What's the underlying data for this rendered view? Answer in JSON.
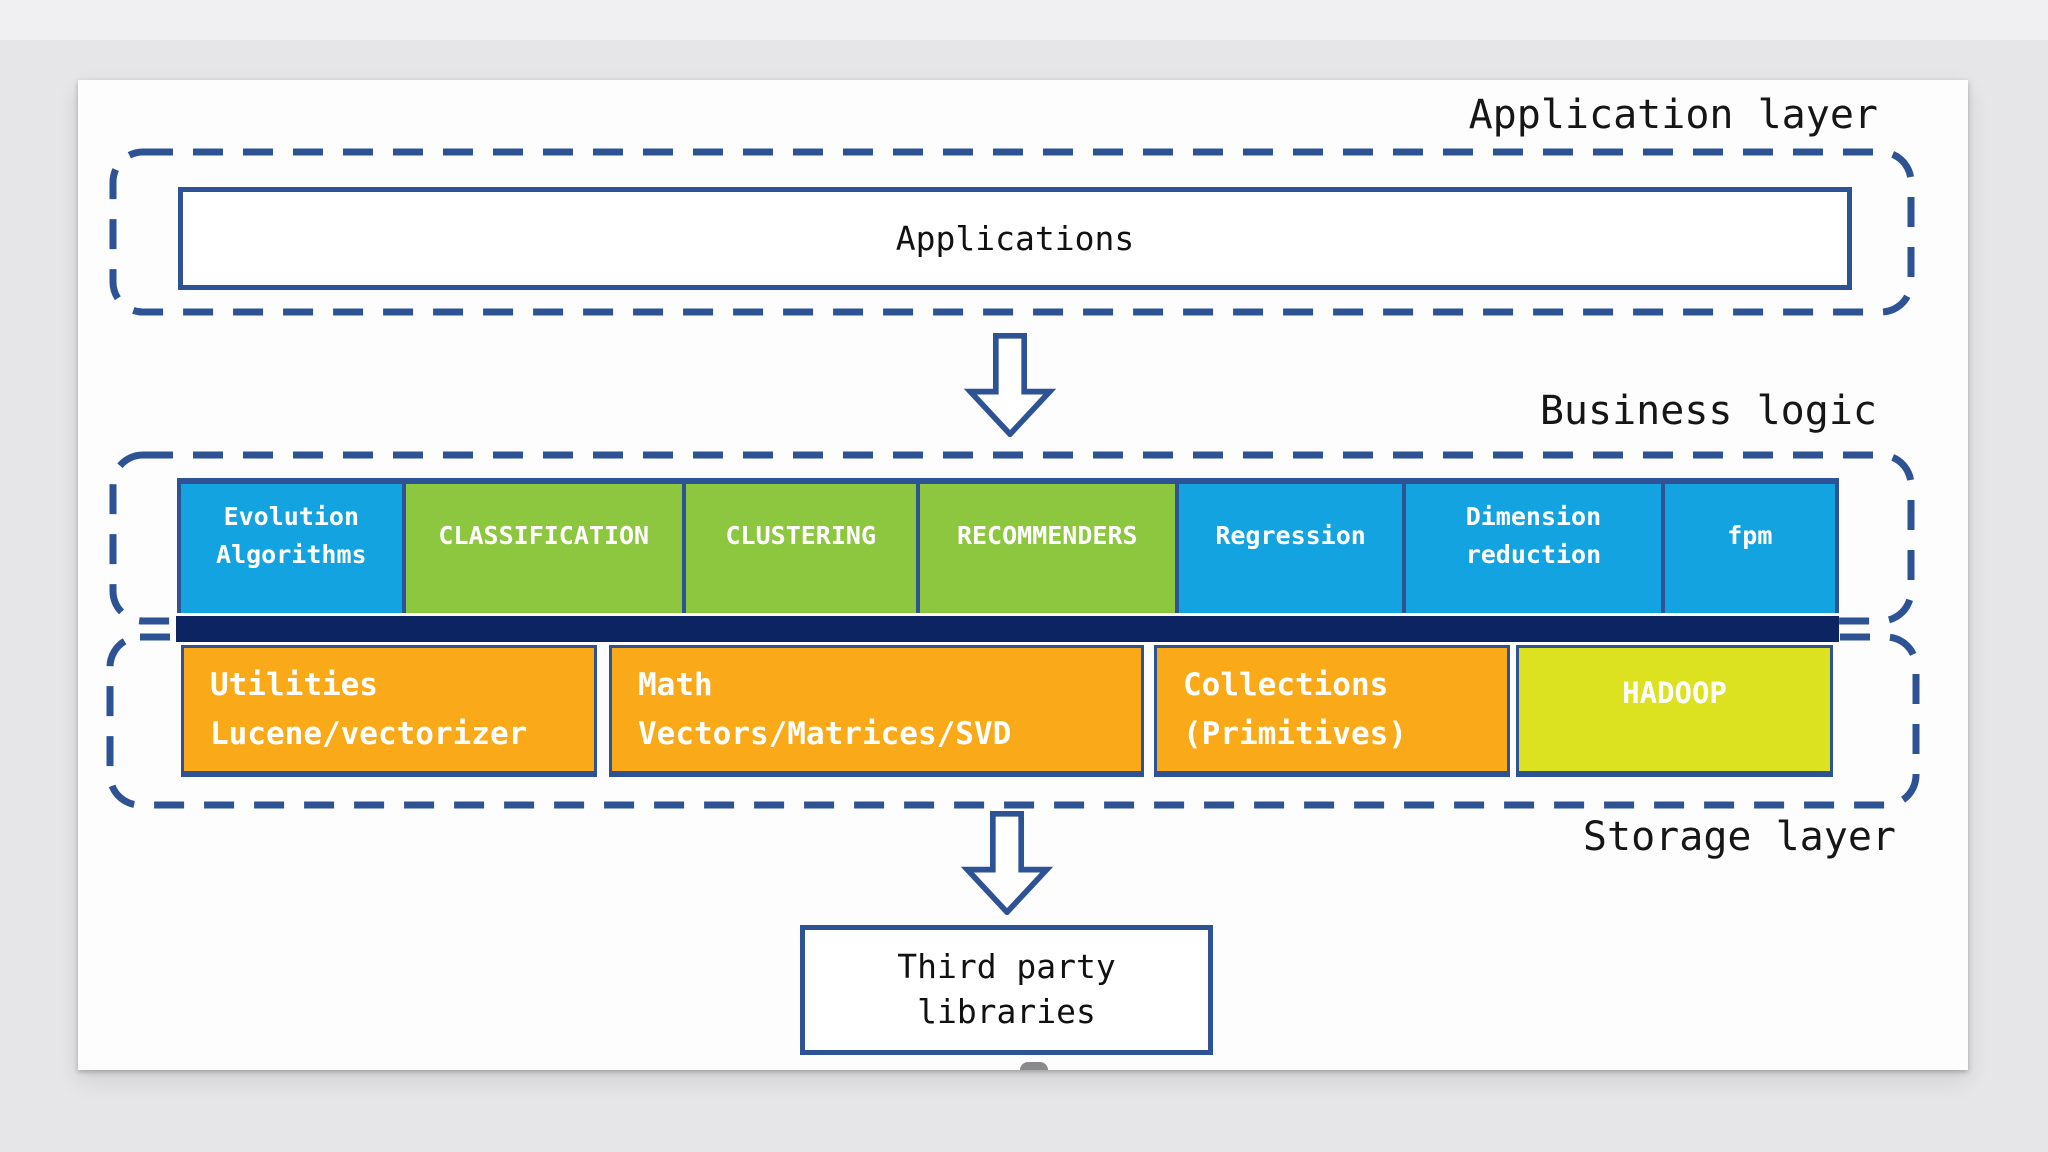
{
  "palette": {
    "navy_border": "#2E5395",
    "dark_navy_band": "#0D2463",
    "cyan": "#14A3E1",
    "green": "#8DC63F",
    "orange": "#FAA918",
    "yellow": "#DCE120"
  },
  "layers": {
    "application": {
      "title": "Application layer",
      "box_label": "Applications"
    },
    "business": {
      "title": "Business logic",
      "boxes": [
        {
          "label": "Evolution Algorithms",
          "color": "cyan"
        },
        {
          "label": "CLASSIFICATION",
          "color": "green"
        },
        {
          "label": "CLUSTERING",
          "color": "green"
        },
        {
          "label": "RECOMMENDERS",
          "color": "green"
        },
        {
          "label": "Regression",
          "color": "cyan"
        },
        {
          "label": "Dimension reduction",
          "color": "cyan"
        },
        {
          "label": "fpm",
          "color": "cyan"
        }
      ]
    },
    "storage": {
      "title": "Storage layer",
      "boxes": [
        {
          "line1": "Utilities",
          "line2": "Lucene/vectorizer",
          "color": "orange"
        },
        {
          "line1": "Math",
          "line2": "Vectors/Matrices/SVD",
          "color": "orange"
        },
        {
          "line1": "Collections",
          "line2": "(Primitives)",
          "color": "orange"
        },
        {
          "line1": "HADOOP",
          "line2": "",
          "color": "yellow"
        }
      ]
    },
    "third_party": {
      "line1": "Third party",
      "line2": "libraries"
    }
  }
}
